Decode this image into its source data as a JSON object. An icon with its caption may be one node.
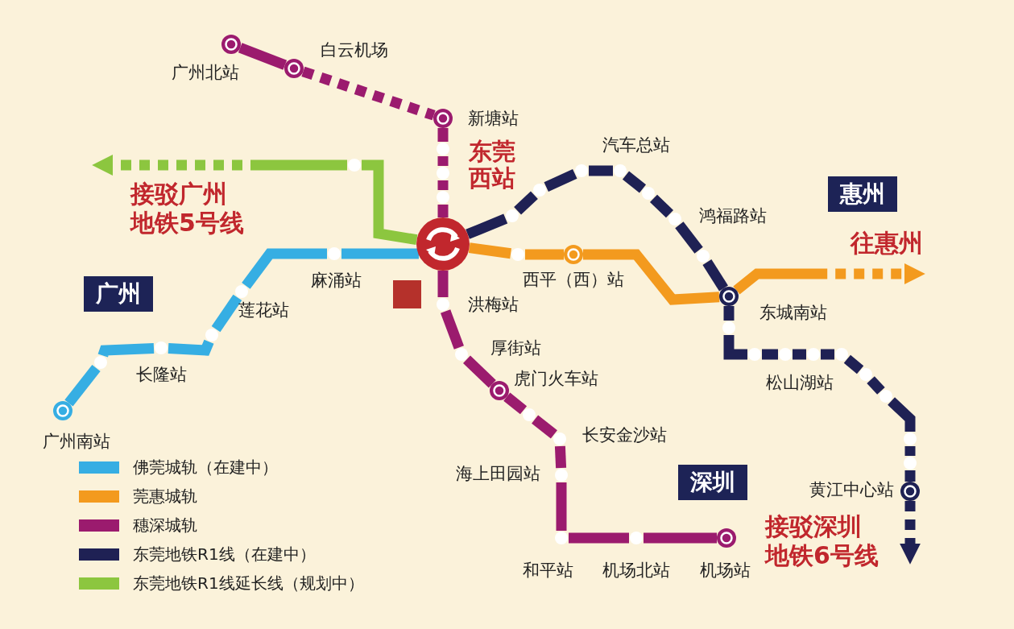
{
  "diagram": {
    "nodes": [
      {
        "text": [],
        "shape": "ring",
        "beside": [
          "广州北站"
        ]
      },
      {
        "text": [],
        "shape": "ring",
        "beside": [
          "白云机场"
        ]
      },
      {
        "text": [],
        "shape": "ring",
        "beside": [
          "新塘站"
        ]
      },
      {
        "text": [],
        "shape": "circle"
      },
      {
        "text": [],
        "shape": "circle"
      },
      {
        "text": [],
        "shape": "circle"
      },
      {
        "text": [],
        "shape": "hub",
        "beside": [
          "东莞西站"
        ]
      },
      {
        "text": [],
        "shape": "circle",
        "beside": [
          "洪梅站"
        ]
      },
      {
        "text": [],
        "shape": "circle",
        "beside": [
          "厚街站"
        ]
      },
      {
        "text": [],
        "shape": "ring",
        "beside": [
          "虎门火车站"
        ]
      },
      {
        "text": [],
        "shape": "circle"
      },
      {
        "text": [],
        "shape": "circle",
        "beside": [
          "长安金沙站"
        ]
      },
      {
        "text": [],
        "shape": "circle",
        "beside": [
          "海上田园站"
        ]
      },
      {
        "text": [],
        "shape": "circle",
        "beside": [
          "和平站"
        ]
      },
      {
        "text": [],
        "shape": "circle",
        "beside": [
          "机场北站"
        ]
      },
      {
        "text": [],
        "shape": "ring",
        "beside": [
          "机场站"
        ]
      },
      {
        "text": [],
        "shape": "circle"
      },
      {
        "text": [],
        "shape": "circle"
      },
      {
        "text": [],
        "shape": "circle"
      },
      {
        "text": [],
        "shape": "circle",
        "beside": [
          "汽车总站"
        ]
      },
      {
        "text": [],
        "shape": "circle"
      },
      {
        "text": [],
        "shape": "circle",
        "beside": [
          "鸿福路站"
        ]
      },
      {
        "text": [],
        "shape": "circle"
      },
      {
        "text": [],
        "shape": "ring",
        "beside": [
          "东城南站"
        ]
      },
      {
        "text": [],
        "shape": "circle"
      },
      {
        "text": [],
        "shape": "circle"
      },
      {
        "text": [],
        "shape": "circle"
      },
      {
        "text": [],
        "shape": "circle"
      },
      {
        "text": [],
        "shape": "circle",
        "beside": [
          "松山湖站"
        ]
      },
      {
        "text": [],
        "shape": "circle"
      },
      {
        "text": [],
        "shape": "circle"
      },
      {
        "text": [],
        "shape": "circle"
      },
      {
        "text": [],
        "shape": "circle"
      },
      {
        "text": [],
        "shape": "ring",
        "beside": [
          "黄江中心站"
        ]
      },
      {
        "text": [],
        "shape": "circle"
      },
      {
        "text": [],
        "shape": "ring",
        "beside": [
          "西平（西）站"
        ]
      },
      {
        "text": [],
        "shape": "circle",
        "beside": [
          "麻涌站"
        ]
      },
      {
        "text": [],
        "shape": "circle",
        "beside": [
          "莲花站"
        ]
      },
      {
        "text": [],
        "shape": "circle"
      },
      {
        "text": [],
        "shape": "circle",
        "beside": [
          "长隆站"
        ]
      },
      {
        "text": [],
        "shape": "circle"
      },
      {
        "text": [],
        "shape": "ring",
        "beside": [
          "广州南站"
        ]
      },
      {
        "text": [],
        "shape": "circle"
      },
      {
        "text": [
          "惠州"
        ]
      },
      {
        "text": [
          "广州"
        ]
      },
      {
        "text": [
          "深圳"
        ]
      },
      {
        "text": [
          "往惠州"
        ]
      }
    ],
    "edges": [
      {
        "from": 0,
        "to": 1,
        "arrow": "none",
        "color": "#9b1b6e"
      },
      {
        "from": 1,
        "to": 2,
        "arrow": "none",
        "style": "dashed",
        "color": "#9b1b6e"
      },
      {
        "from": 2,
        "to": 3,
        "arrow": "none",
        "color": "#9b1b6e"
      },
      {
        "from": 3,
        "to": 4,
        "arrow": "none",
        "color": "#9b1b6e"
      },
      {
        "from": 4,
        "to": 5,
        "arrow": "none",
        "color": "#9b1b6e"
      },
      {
        "from": 5,
        "to": 6,
        "arrow": "none",
        "color": "#9b1b6e"
      },
      {
        "from": 6,
        "to": 7,
        "arrow": "none",
        "color": "#9b1b6e"
      },
      {
        "from": 7,
        "to": 8,
        "arrow": "none",
        "color": "#9b1b6e"
      },
      {
        "from": 8,
        "to": 9,
        "arrow": "none",
        "color": "#9b1b6e"
      },
      {
        "from": 9,
        "to": 10,
        "arrow": "none",
        "color": "#9b1b6e"
      },
      {
        "from": 10,
        "to": 11,
        "arrow": "none",
        "color": "#9b1b6e"
      },
      {
        "from": 11,
        "to": 12,
        "arrow": "none",
        "color": "#9b1b6e"
      },
      {
        "from": 12,
        "to": 13,
        "arrow": "none",
        "color": "#9b1b6e"
      },
      {
        "from": 13,
        "to": 14,
        "arrow": "none",
        "color": "#9b1b6e"
      },
      {
        "from": 14,
        "to": 15,
        "arrow": "none",
        "color": "#9b1b6e"
      },
      {
        "from": 6,
        "to": 16,
        "arrow": "none",
        "color": "#1f2154"
      },
      {
        "from": 16,
        "to": 17,
        "arrow": "none",
        "color": "#1f2154"
      },
      {
        "from": 17,
        "to": 18,
        "arrow": "none",
        "color": "#1f2154"
      },
      {
        "from": 18,
        "to": 19,
        "arrow": "none",
        "color": "#1f2154"
      },
      {
        "from": 19,
        "to": 20,
        "arrow": "none",
        "color": "#1f2154"
      },
      {
        "from": 20,
        "to": 21,
        "arrow": "none",
        "color": "#1f2154"
      },
      {
        "from": 21,
        "to": 22,
        "arrow": "none",
        "color": "#1f2154"
      },
      {
        "from": 22,
        "to": 23,
        "arrow": "none",
        "color": "#1f2154"
      },
      {
        "from": 23,
        "to": 24,
        "arrow": "none",
        "color": "#1f2154"
      },
      {
        "from": 24,
        "to": 25,
        "arrow": "none",
        "color": "#1f2154"
      },
      {
        "from": 25,
        "to": 26,
        "arrow": "none",
        "color": "#1f2154"
      },
      {
        "from": 26,
        "to": 27,
        "arrow": "none",
        "color": "#1f2154"
      },
      {
        "from": 27,
        "to": 28,
        "arrow": "none",
        "color": "#1f2154"
      },
      {
        "from": 28,
        "to": 29,
        "arrow": "none",
        "color": "#1f2154"
      },
      {
        "from": 29,
        "to": 30,
        "arrow": "none",
        "color": "#1f2154"
      },
      {
        "from": 30,
        "to": 31,
        "arrow": "none",
        "color": "#1f2154"
      },
      {
        "from": 31,
        "to": 32,
        "arrow": "none",
        "color": "#1f2154"
      },
      {
        "from": 32,
        "to": 33,
        "arrow": "none",
        "color": "#1f2154"
      },
      {
        "from": 33,
        "to": null,
        "arrow": "to",
        "style": "dashed",
        "color": "#1f2154"
      },
      {
        "from": 6,
        "to": 34,
        "arrow": "none",
        "color": "#f39a1e"
      },
      {
        "from": 34,
        "to": 35,
        "arrow": "none",
        "color": "#f39a1e"
      },
      {
        "from": 35,
        "to": 23,
        "arrow": "none",
        "color": "#f39a1e"
      },
      {
        "from": 23,
        "to": 46,
        "arrow": "to",
        "style": "dashed",
        "color": "#f39a1e"
      },
      {
        "from": 6,
        "to": 36,
        "arrow": "none",
        "color": "#36aee3"
      },
      {
        "from": 36,
        "to": 37,
        "arrow": "none",
        "color": "#36aee3"
      },
      {
        "from": 37,
        "to": 38,
        "arrow": "none",
        "color": "#36aee3"
      },
      {
        "from": 38,
        "to": 39,
        "arrow": "none",
        "color": "#36aee3"
      },
      {
        "from": 39,
        "to": 40,
        "arrow": "none",
        "color": "#36aee3"
      },
      {
        "from": 40,
        "to": 41,
        "arrow": "none",
        "color": "#36aee3"
      },
      {
        "from": 6,
        "to": 42,
        "arrow": "none",
        "color": "#8cc63f"
      },
      {
        "from": 42,
        "to": null,
        "arrow": "to",
        "style": "dashed",
        "color": "#8cc63f"
      }
    ],
    "labels": [
      "接驳广州地铁5号线",
      "接驳深圳地铁6号线"
    ],
    "legend": [
      {
        "text": "佛莞城轨（在建中）",
        "color": "#36aee3"
      },
      {
        "text": "莞惠城轨",
        "color": "#f39a1e"
      },
      {
        "text": "穗深城轨",
        "color": "#9b1b6e"
      },
      {
        "text": "东莞地铁R1线（在建中）",
        "color": "#1f2154"
      },
      {
        "text": "东莞地铁R1线延长线（规划中）",
        "color": "#8cc63f"
      }
    ]
  }
}
